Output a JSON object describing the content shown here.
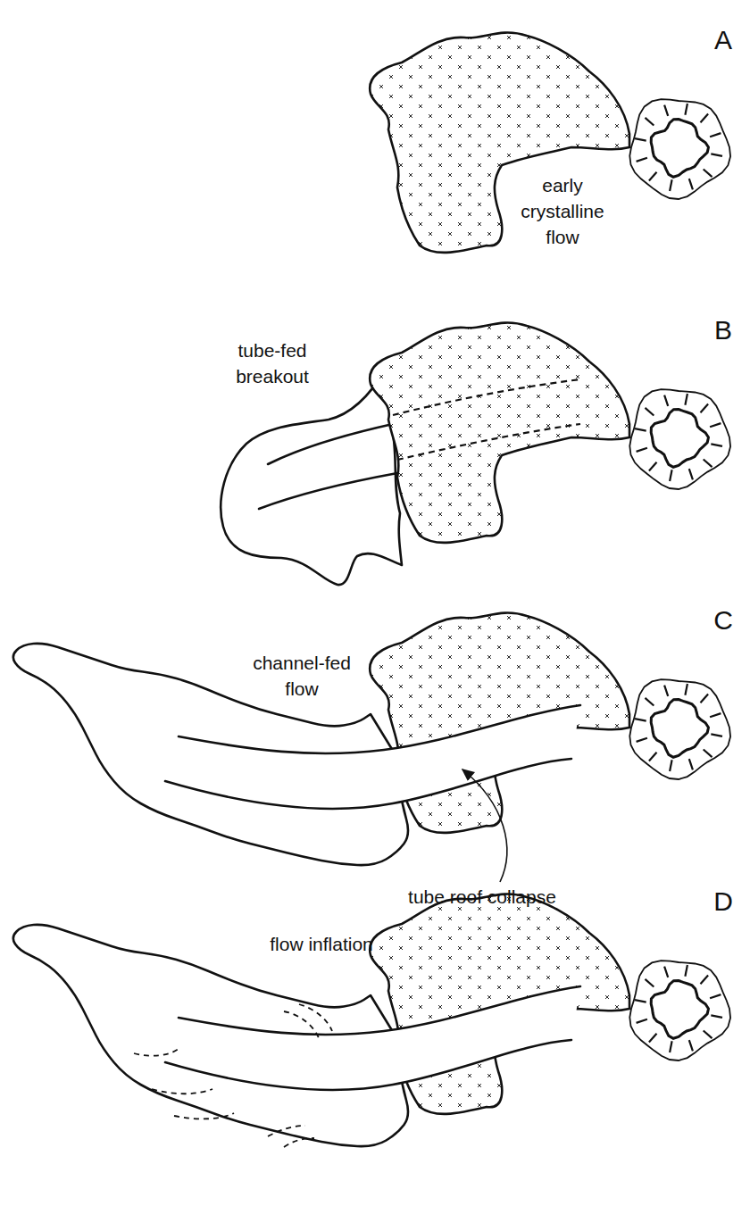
{
  "diagram": {
    "labels": [
      "A",
      "early crystalline flow",
      "B",
      "tube-fed breakout",
      "C",
      "channel-fed flow",
      "tube roof collapse",
      "D",
      "flow inflation"
    ]
  }
}
